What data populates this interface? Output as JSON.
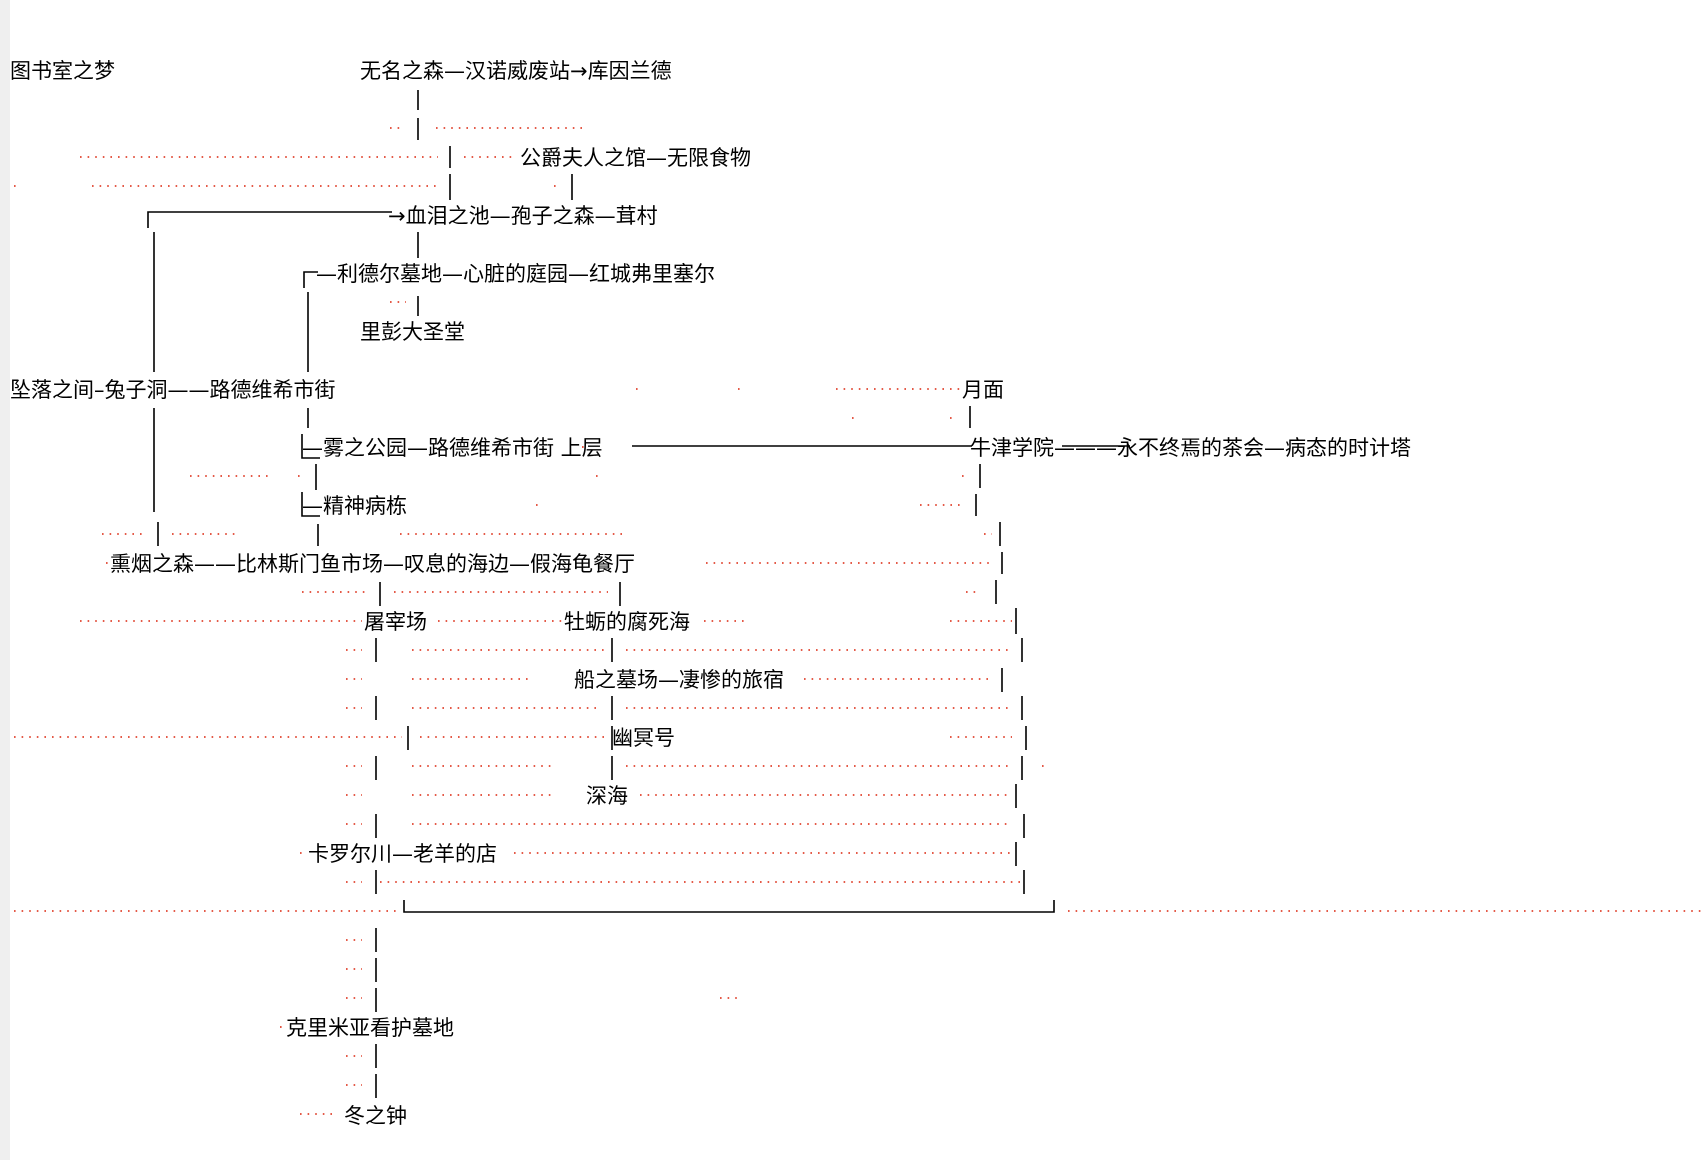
{
  "nodes": {
    "library_dream": "图书室之梦",
    "route_kuyinlande": "无名之森—汉诺威废站→库因兰德",
    "duchess_hall": "公爵夫人之馆—无限食物",
    "route_mushroom_village": "→血泪之池—孢子之森—茸村",
    "route_red_castle": "—利德尔墓地—心脏的庭园—红城弗里塞尔",
    "lipeng_cathedral": "里彭大圣堂",
    "route_ludwig_street": "坠落之间–兔子洞——路德维希市街",
    "moon_surface": "月面",
    "route_fog_park": "—雾之公园—路德维希市街 上层",
    "route_oxford": "牛津学院———永不终焉的茶会—病态的时计塔",
    "mental_ward": "—精神病栋",
    "route_mock_turtle": "熏烟之森——比林斯门鱼市场—叹息的海边—假海龟餐厅",
    "slaughterhouse": "屠宰场",
    "oyster_sea": "牡蛎的腐死海",
    "route_miserable_inn": "船之墓场—凄惨的旅宿",
    "ghost_ship": "幽冥号",
    "deep_sea": "深海",
    "route_old_sheep": "卡罗尔川—老羊的店",
    "crimea_grave": "克里米亚看护墓地",
    "winter_bell": "冬之钟"
  },
  "colors": {
    "text": "#000000",
    "connector": "#000000",
    "dotted_guide": "#e0432e",
    "background": "#ffffff"
  }
}
